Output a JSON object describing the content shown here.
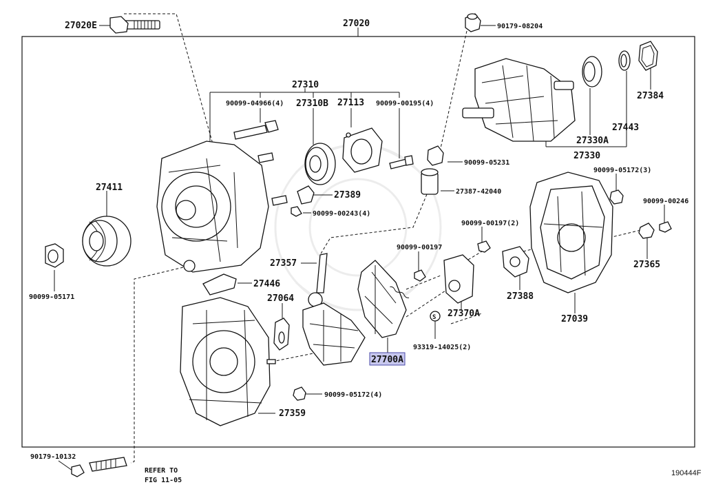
{
  "diagram": {
    "figure_id": "190444F",
    "main_assembly": "27020",
    "highlighted_part": "27700A",
    "refer_note": [
      "REFER TO",
      "FIG 11-05"
    ],
    "callouts": {
      "p27020E": "27020E",
      "p27020": "27020",
      "p90179_08204": "90179-08204",
      "p27310": "27310",
      "p90099_04966": "90099-04966(4)",
      "p27310B": "27310B",
      "p27113": "27113",
      "p90099_00195": "90099-00195(4)",
      "p27384": "27384",
      "p27443": "27443",
      "p27330A": "27330A",
      "p27330": "27330",
      "p90099_05231": "90099-05231",
      "p27411": "27411",
      "p27389": "27389",
      "p27387_42040": "27387-42040",
      "p90099_05172_3": "90099-05172(3)",
      "p90099_00243": "90099-00243(4)",
      "p90099_00246": "90099-00246",
      "p90099_00197_2": "90099-00197(2)",
      "p90099_05171": "90099-05171",
      "p27357": "27357",
      "p90099_00197": "90099-00197",
      "p27365": "27365",
      "p27446": "27446",
      "p27064": "27064",
      "p27388": "27388",
      "p27370A": "27370A",
      "p27039": "27039",
      "p93319": "93319-14025(2)",
      "p27700A": "27700A",
      "p90099_05172_4": "90099-05172(4)",
      "p27359": "27359",
      "p90179_10132": "90179-10132"
    },
    "colors": {
      "line": "#111111",
      "highlight": "#c8c8ee",
      "highlight_border": "#4a4aa8"
    }
  }
}
